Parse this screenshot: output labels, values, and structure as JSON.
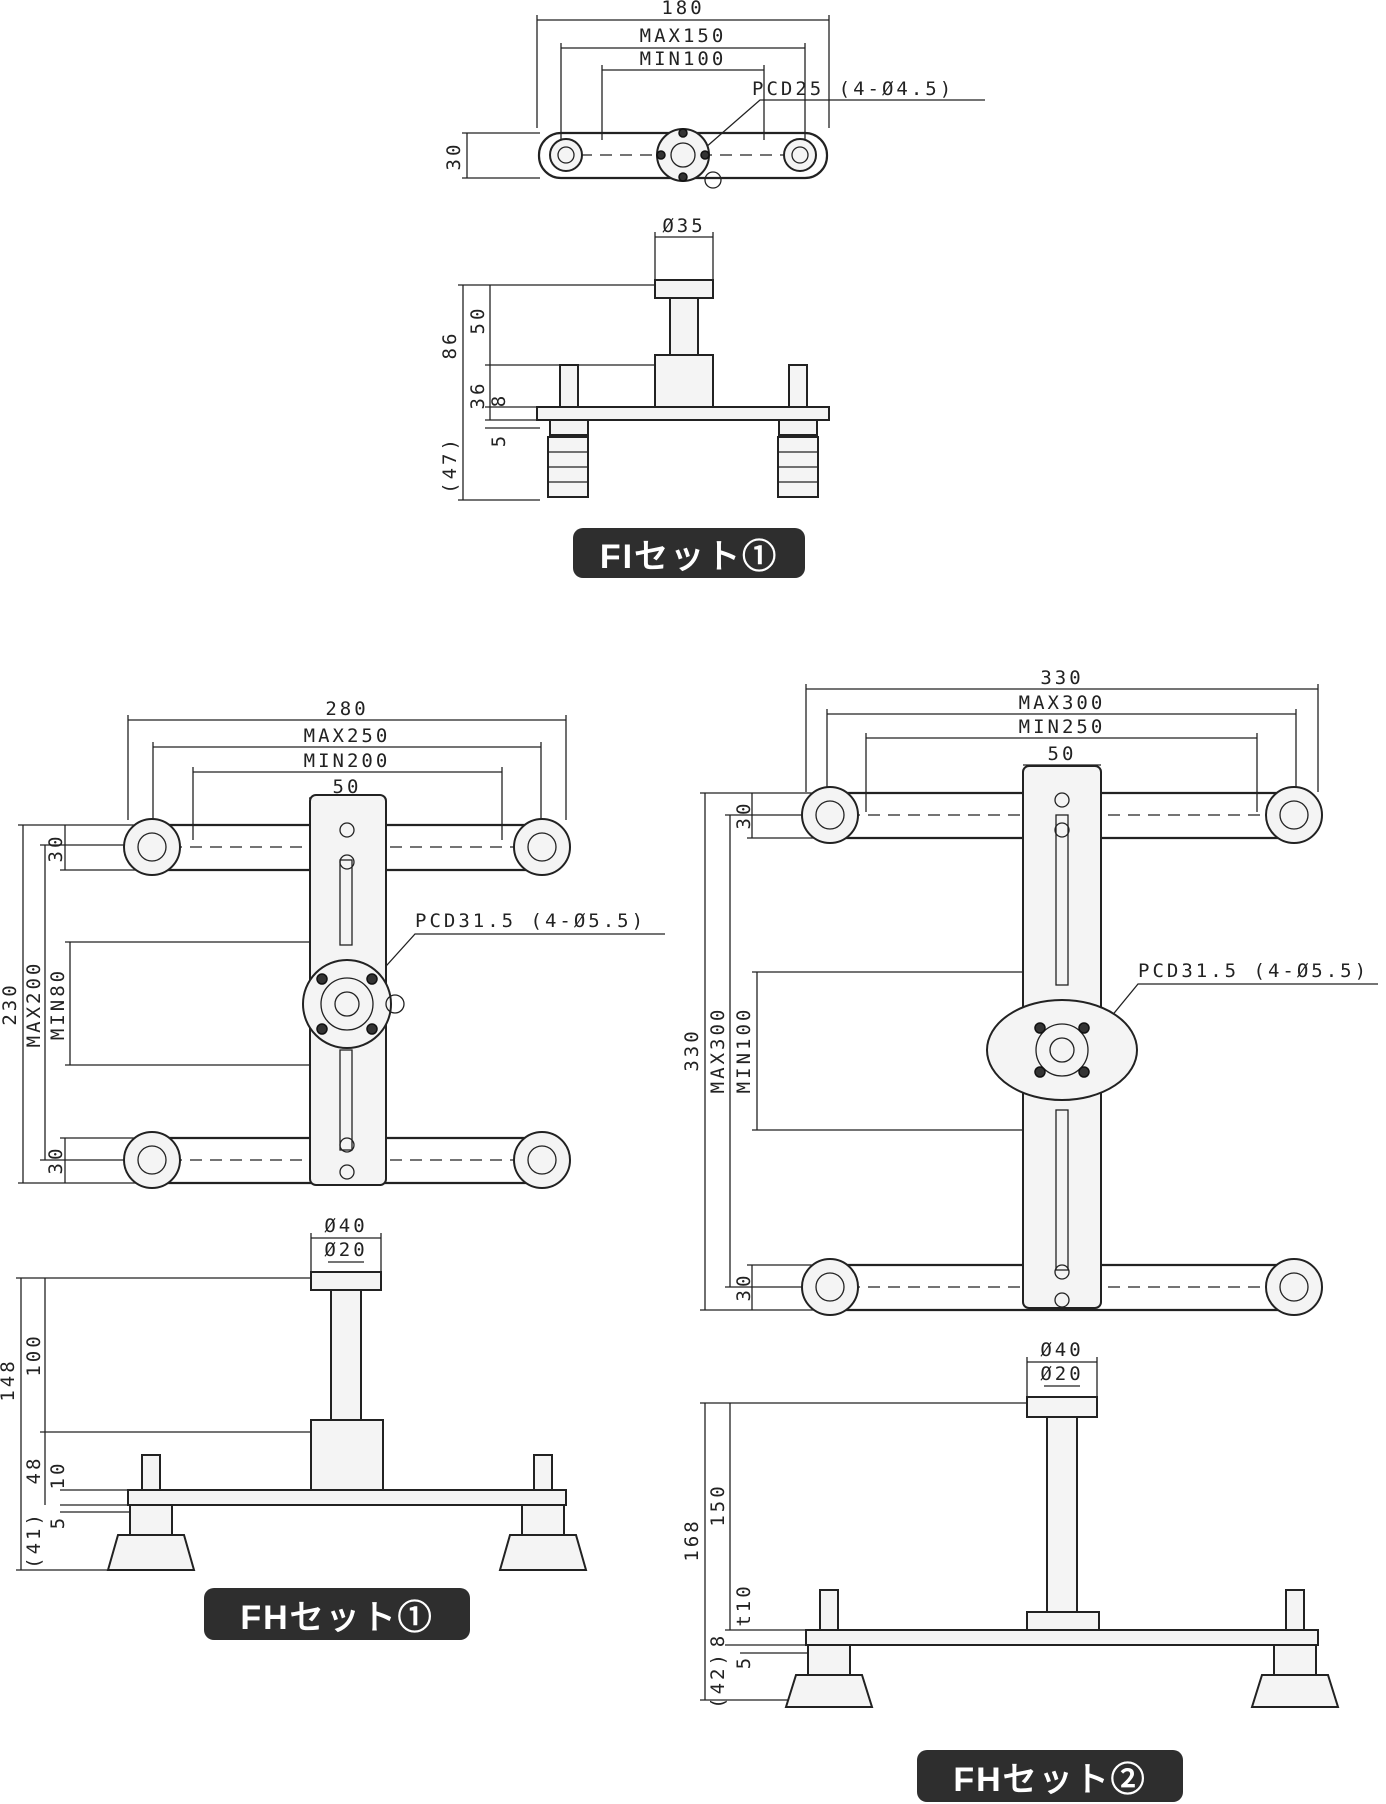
{
  "fi_set": {
    "label": "FIセット①",
    "top_view": {
      "overall": "180",
      "max": "MAX150",
      "min": "MIN100",
      "pcd": "PCD25 (4-Ø4.5)",
      "height": "30"
    },
    "side_view": {
      "shaft_dia": "Ø35",
      "total": "86",
      "upper": "50",
      "mid": "36",
      "plate": "8",
      "thin": "5",
      "pad": "(47)"
    }
  },
  "fh_set_1": {
    "label": "FHセット①",
    "top_view": {
      "overall": "280",
      "max": "MAX250",
      "min": "MIN200",
      "bar": "50",
      "pcd": "PCD31.5 (4-Ø5.5)",
      "total_v": "230",
      "max_v": "MAX200",
      "min_v": "MIN80",
      "arm_top": "30",
      "arm_bottom": "30"
    },
    "side_view": {
      "outer_dia": "Ø40",
      "inner_dia": "Ø20",
      "total": "148",
      "upper": "100",
      "mid": "48",
      "plate": "10",
      "thin": "5",
      "pad": "(41)"
    }
  },
  "fh_set_2": {
    "label": "FHセット②",
    "top_view": {
      "overall": "330",
      "max": "MAX300",
      "min": "MIN250",
      "bar": "50",
      "pcd": "PCD31.5 (4-Ø5.5)",
      "total_v": "330",
      "max_v": "MAX300",
      "min_v": "MIN100",
      "arm_top": "30",
      "arm_bottom": "30"
    },
    "side_view": {
      "outer_dia": "Ø40",
      "inner_dia": "Ø20",
      "total": "168",
      "upper": "150",
      "mid": "t10",
      "plate": "8",
      "thin": "5",
      "pad": "(42)"
    }
  }
}
